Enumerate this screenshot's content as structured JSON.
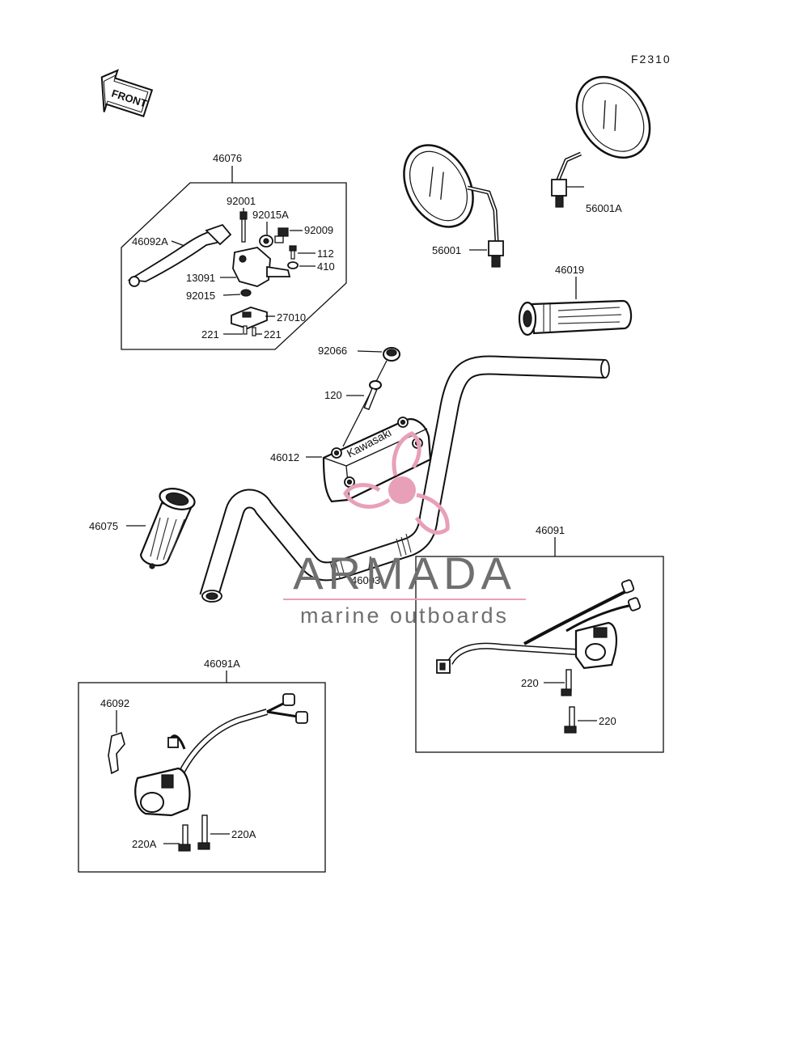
{
  "figure_code": "F2310",
  "front_label": "FRONT",
  "brand_on_holder": "Kawasaki",
  "watermark": {
    "title": "ARMADA",
    "subtitle": "marine outboards",
    "pink": "#e8a0b8",
    "gray": "#6f6f6f"
  },
  "labels": {
    "p46076": "46076",
    "p92001": "92001",
    "p92015A": "92015A",
    "p92009": "92009",
    "p46092A": "46092A",
    "p112": "112",
    "p410": "410",
    "p13091": "13091",
    "p92015": "92015",
    "p27010": "27010",
    "p221a": "221",
    "p221b": "221",
    "p56001": "56001",
    "p56001A": "56001A",
    "p46019": "46019",
    "p92066": "92066",
    "p120": "120",
    "p46012": "46012",
    "p46075": "46075",
    "p46003": "46003",
    "p46091": "46091",
    "p220a": "220",
    "p220b": "220",
    "p46091A": "46091A",
    "p46092": "46092",
    "p220Aa": "220A",
    "p220Ab": "220A"
  }
}
